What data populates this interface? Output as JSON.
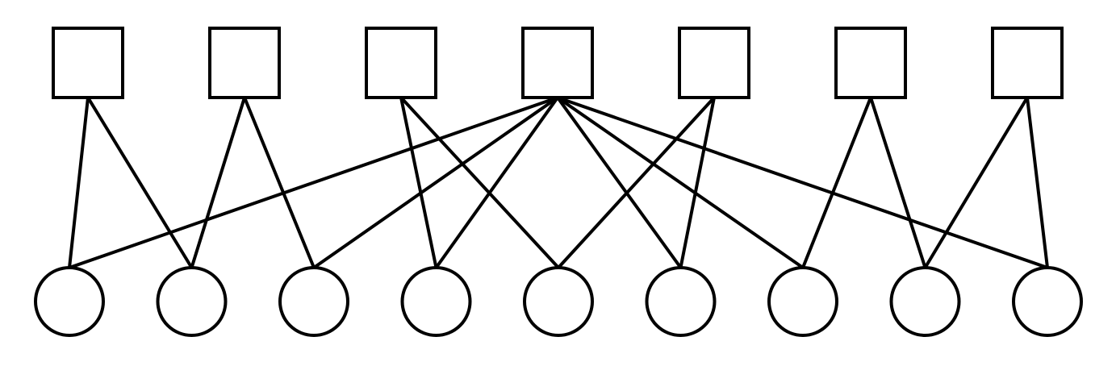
{
  "diagram": {
    "type": "bipartite-graph",
    "colors": {
      "background": "#ffffff",
      "stroke": "#000000",
      "fill": "#ffffff"
    },
    "square_nodes": [
      {
        "id": "s1",
        "shape": "square"
      },
      {
        "id": "s2",
        "shape": "square"
      },
      {
        "id": "s3",
        "shape": "square"
      },
      {
        "id": "s4",
        "shape": "square"
      },
      {
        "id": "s5",
        "shape": "square"
      },
      {
        "id": "s6",
        "shape": "square"
      },
      {
        "id": "s7",
        "shape": "square"
      }
    ],
    "circle_nodes": [
      {
        "id": "c1",
        "shape": "circle"
      },
      {
        "id": "c2",
        "shape": "circle"
      },
      {
        "id": "c3",
        "shape": "circle"
      },
      {
        "id": "c4",
        "shape": "circle"
      },
      {
        "id": "c5",
        "shape": "circle"
      },
      {
        "id": "c6",
        "shape": "circle"
      },
      {
        "id": "c7",
        "shape": "circle"
      },
      {
        "id": "c8",
        "shape": "circle"
      },
      {
        "id": "c9",
        "shape": "circle"
      }
    ],
    "edges": [
      {
        "from": "s1",
        "to": "c1"
      },
      {
        "from": "s1",
        "to": "c2"
      },
      {
        "from": "s2",
        "to": "c2"
      },
      {
        "from": "s2",
        "to": "c3"
      },
      {
        "from": "s3",
        "to": "c4"
      },
      {
        "from": "s3",
        "to": "c5"
      },
      {
        "from": "s4",
        "to": "c1"
      },
      {
        "from": "s4",
        "to": "c3"
      },
      {
        "from": "s4",
        "to": "c4"
      },
      {
        "from": "s4",
        "to": "c6"
      },
      {
        "from": "s4",
        "to": "c7"
      },
      {
        "from": "s4",
        "to": "c9"
      },
      {
        "from": "s5",
        "to": "c5"
      },
      {
        "from": "s5",
        "to": "c6"
      },
      {
        "from": "s6",
        "to": "c7"
      },
      {
        "from": "s6",
        "to": "c8"
      },
      {
        "from": "s7",
        "to": "c8"
      },
      {
        "from": "s7",
        "to": "c9"
      }
    ]
  }
}
